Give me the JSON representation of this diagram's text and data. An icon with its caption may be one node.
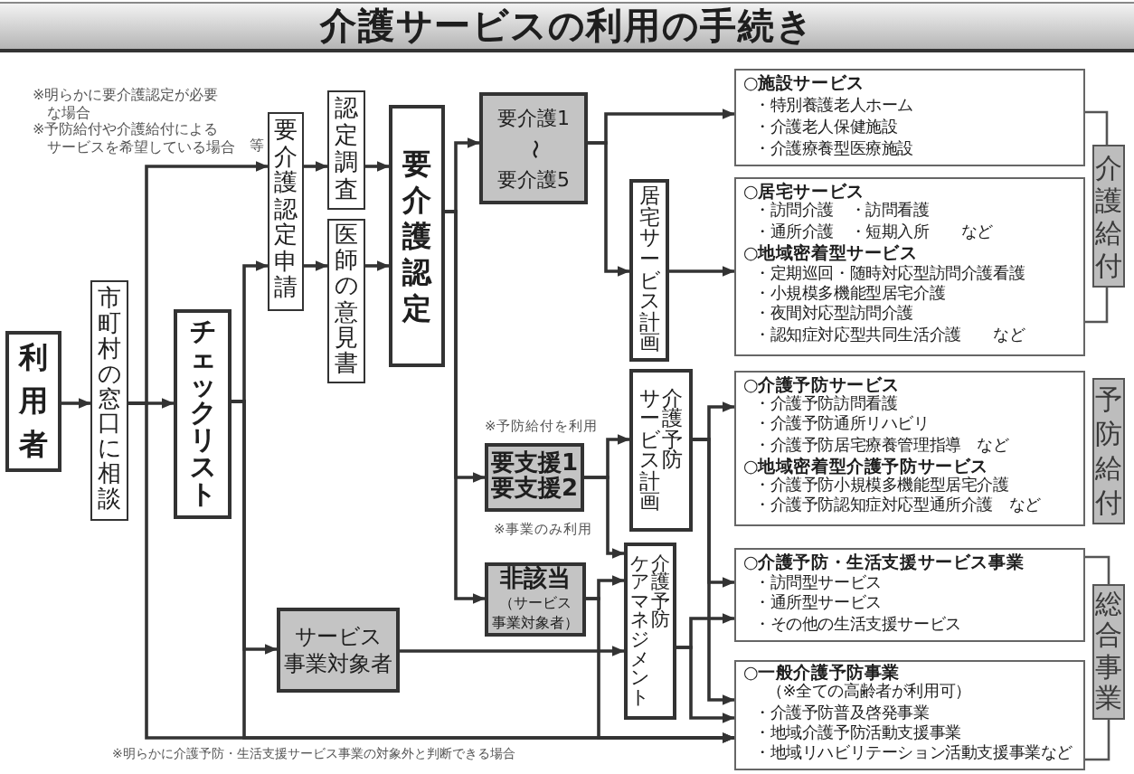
{
  "diagram": {
    "title": "介護サービスの利用の手続き",
    "nodes": [
      {
        "text": [
          "利用者"
        ]
      },
      {
        "text": [
          "市町村の窓口に相談"
        ]
      },
      {
        "text": [
          "チェックリスト"
        ]
      },
      {
        "text": [
          "要介護認定申請"
        ]
      },
      {
        "text": [
          "認定調査"
        ]
      },
      {
        "text": [
          "医師の意見書"
        ]
      },
      {
        "text": [
          "要介護認定"
        ]
      },
      {
        "text": [
          "要介護1",
          "〜",
          "要介護5"
        ]
      },
      {
        "text": [
          "居宅サービス計画"
        ]
      },
      {
        "text": [
          "介護予防サービス計画"
        ]
      },
      {
        "text": [
          "介護予防ケアマネジメント"
        ]
      },
      {
        "text": [
          "要支援1",
          "要支援2"
        ]
      },
      {
        "text": [
          "非該当",
          "（サービス事業対象者）"
        ]
      },
      {
        "text": [
          "サービス事業対象者"
        ]
      },
      {
        "text": [
          "○施設サービス",
          "・特別養護老人ホーム",
          "・介護老人保健施設",
          "・介護療養型医療施設"
        ]
      },
      {
        "text": [
          "○居宅サービス",
          "・訪問介護　・訪問看護",
          "・通所介護　・短期入所　　など",
          "○地域密着型サービス",
          "・定期巡回・随時対応型訪問介護看護",
          "・小規模多機能型居宅介護",
          "・夜間対応型訪問介護",
          "・認知症対応型共同生活介護　　など"
        ]
      },
      {
        "text": [
          "○介護予防サービス",
          "・介護予防訪問看護",
          "・介護予防通所リハビリ",
          "・介護予防居宅療養管理指導　など",
          "○地域密着型介護予防サービス",
          "・介護予防小規模多機能型居宅介護",
          "・介護予防認知症対応型通所介護　など"
        ]
      },
      {
        "text": [
          "○介護予防・生活支援サービス事業",
          "・訪問型サービス",
          "・通所型サービス",
          "・その他の生活支援サービス"
        ]
      },
      {
        "text": [
          "○一般介護予防事業",
          "（※全ての高齢者が利用可）",
          "・介護予防普及啓発事業",
          "・地域介護予防活動支援事業",
          "・地域リハビリテーション活動支援事業など"
        ]
      },
      {
        "text": [
          "介護給付"
        ]
      },
      {
        "text": [
          "予防給付"
        ]
      },
      {
        "text": [
          "総合事業"
        ]
      }
    ],
    "edges": [
      {
        "from": 0,
        "to": 1,
        "arrow": "to"
      },
      {
        "from": 1,
        "to": 2,
        "arrow": "to"
      },
      {
        "from": 1,
        "to": 3,
        "arrow": "to"
      },
      {
        "from": 1,
        "to": 18,
        "arrow": "to"
      },
      {
        "from": 2,
        "to": 3,
        "arrow": "to"
      },
      {
        "from": 2,
        "to": 13,
        "arrow": "to"
      },
      {
        "from": 2,
        "to": 18,
        "arrow": "to"
      },
      {
        "from": 3,
        "to": 4,
        "arrow": "to"
      },
      {
        "from": 3,
        "to": 5,
        "arrow": "to"
      },
      {
        "from": 4,
        "to": 6,
        "arrow": "to"
      },
      {
        "from": 5,
        "to": 6,
        "arrow": "to"
      },
      {
        "from": 6,
        "to": 7,
        "arrow": "to"
      },
      {
        "from": 6,
        "to": 11,
        "arrow": "to"
      },
      {
        "from": 6,
        "to": 12,
        "arrow": "to"
      },
      {
        "from": 7,
        "to": 14,
        "arrow": "to"
      },
      {
        "from": 7,
        "to": 8,
        "arrow": "to"
      },
      {
        "from": 8,
        "to": 15,
        "arrow": "to"
      },
      {
        "from": 11,
        "to": 9,
        "arrow": "to"
      },
      {
        "from": 11,
        "to": 10,
        "arrow": "to"
      },
      {
        "from": 12,
        "to": 10,
        "arrow": "to"
      },
      {
        "from": 12,
        "to": 18,
        "arrow": "to"
      },
      {
        "from": 13,
        "to": 10,
        "arrow": "to"
      },
      {
        "from": 9,
        "to": 16,
        "arrow": "to"
      },
      {
        "from": 9,
        "to": 17,
        "arrow": "to"
      },
      {
        "from": 9,
        "to": 18,
        "arrow": "to"
      },
      {
        "from": 10,
        "to": 17,
        "arrow": "to"
      },
      {
        "from": 10,
        "to": 18,
        "arrow": "to"
      }
    ],
    "labels": [
      "※明らかに要介護認定が必要な場合",
      "※予防給付や介護給付によるサービスを希望している場合",
      "等",
      "※予防給付を利用",
      "※事業のみ利用",
      "※明らかに介護予防・生活支援サービス事業の対象外と判断できる場合"
    ]
  }
}
